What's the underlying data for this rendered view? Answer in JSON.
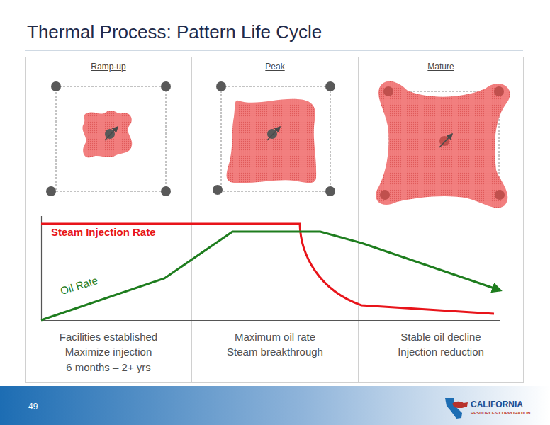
{
  "diagram": {
    "title": "Thermal Process: Pattern Life Cycle",
    "nodes": [
      {
        "text": [
          "Ramp-up",
          "Facilities established",
          "Maximize injection",
          "6 months – 2+ yrs"
        ]
      },
      {
        "text": [
          "Peak",
          "Maximum oil rate",
          "Steam breakthrough"
        ]
      },
      {
        "text": [
          "Mature",
          "Stable oil decline",
          "Injection reduction"
        ]
      }
    ],
    "labels": [
      "Steam Injection Rate",
      "Oil Rate",
      "49",
      "CALIFORNIA",
      "RESOURCES CORPORATION"
    ]
  }
}
